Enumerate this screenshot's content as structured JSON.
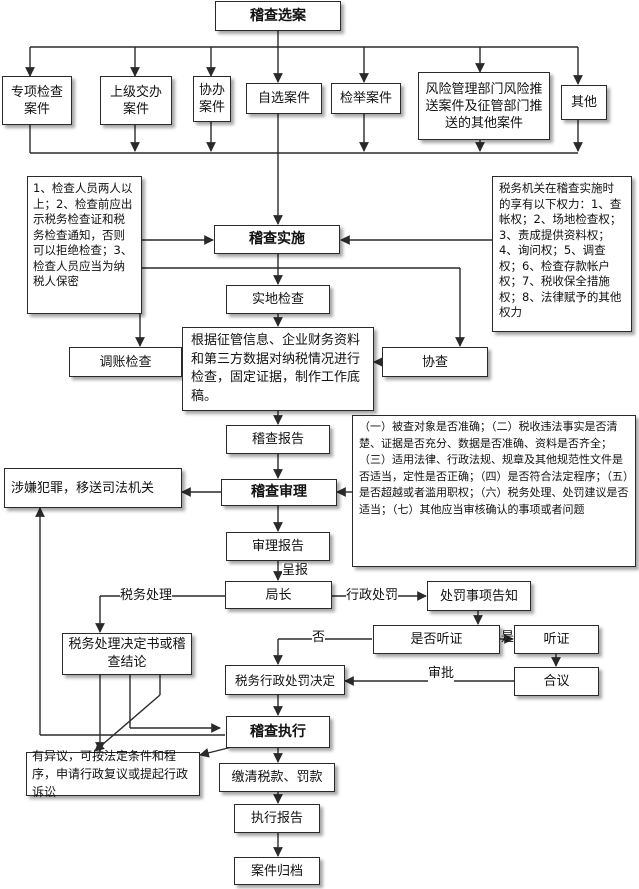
{
  "nodes": {
    "case_selection": "稽查选案",
    "special_inspection": "专项检查案件",
    "superior_assigned": "上级交办案件",
    "assist_case": "协办案件",
    "self_selected": "自选案件",
    "reported_case": "检举案件",
    "risk_pushed": "风险管理部门风险推送案件及征管部门推送的其他案件",
    "other": "其他",
    "inspector_note": "1、检查人员两人以上；2、检查前应出示税务检查证和税务检查通知，否则可以拒绝检查；3、检查人员应当为纳税人保密",
    "inspection_impl": "稽查实施",
    "powers_note": "税务机关在稽查实施时的享有以下权力：1、查帐权；2、场地检查权；3、责成提供资料权；4、询问权；5、调查权；6、检查存款帐户权；7、税收保全措施权；8、法律赋予的其他权力",
    "onsite_inspection": "实地检查",
    "account_check": "调账检查",
    "evidence": "根据征管信息、企业财务资料和第三方数据对纳税情况进行检查，固定证据，制作工作底稿。",
    "assist": "协查",
    "inspection_report": "稽查报告",
    "review_items": "（一）被查对象是否准确；（二）税收违法事实是否清楚、证据是否充分、数据是否准确、资料是否齐全；（三）适用法律、行政法规、规章及其他规范性文件是否适当，定性是否正确；（四）是否符合法定程序；（五）是否超越或者滥用职权；（六）税务处理、处罚建议是否适当；（七）其他应当审核确认的事项或者问题",
    "crime_transfer": "涉嫌犯罪，移送司法机关",
    "inspection_review": "稽查审理",
    "review_report": "审理报告",
    "director": "局长",
    "penalty_notice": "处罚事项告知",
    "tax_decision": "税务处理决定书或稽查结论",
    "hearing_q": "是否听证",
    "hearing": "听证",
    "discussion": "合议",
    "admin_penalty_decision": "税务行政处罚决定",
    "inspection_exec": "稽查执行",
    "objection": "有异议，可按法定条件和程序，申请行政复议或提起行政诉讼",
    "pay_taxes": "缴清税款、罚款",
    "exec_report": "执行报告",
    "archive": "案件归档"
  },
  "edge_labels": {
    "submit": "呈报",
    "tax_handling": "税务处理",
    "admin_penalty": "行政处罚",
    "no": "否",
    "yes": "是",
    "approve": "审批"
  }
}
